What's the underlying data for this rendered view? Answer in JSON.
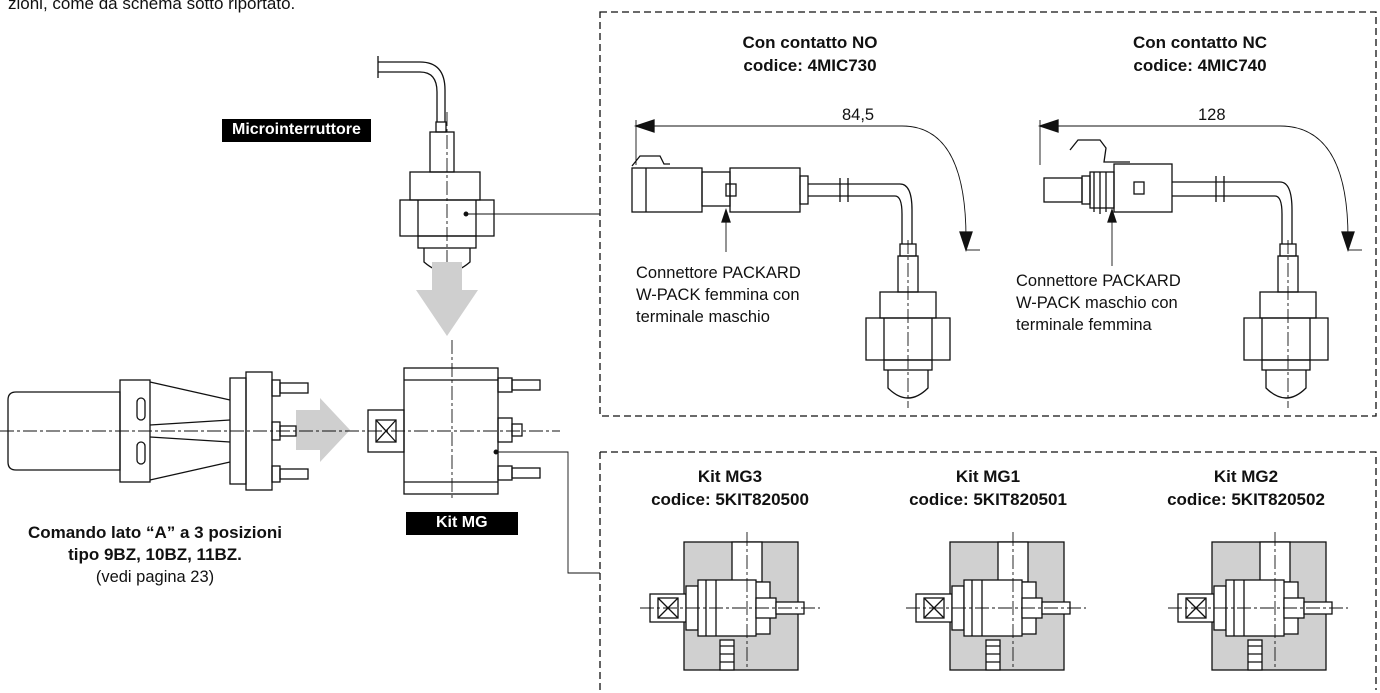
{
  "intro_text": "zioni, come da schema sotto riportato.",
  "labels": {
    "microinterruttore": "Microinterruttore",
    "kit_mg": "Kit MG"
  },
  "command": {
    "line1": "Comando lato “A” a 3 posizioni",
    "line2": "tipo 9BZ, 10BZ, 11BZ.",
    "line3": "(vedi pagina 23)"
  },
  "switches": [
    {
      "title": "Con contatto NO",
      "code": "codice: 4MIC730",
      "dimension": "84,5",
      "connector": [
        "Connettore PACKARD",
        "W-PACK femmina con",
        "terminale maschio"
      ]
    },
    {
      "title": "Con contatto NC",
      "code": "codice: 4MIC740",
      "dimension": "128",
      "connector": [
        "Connettore PACKARD",
        "W-PACK maschio con",
        "terminale femmina"
      ]
    }
  ],
  "kits": [
    {
      "title": "Kit MG3",
      "code": "codice: 5KIT820500"
    },
    {
      "title": "Kit MG1",
      "code": "codice: 5KIT820501"
    },
    {
      "title": "Kit MG2",
      "code": "codice: 5KIT820502"
    }
  ]
}
